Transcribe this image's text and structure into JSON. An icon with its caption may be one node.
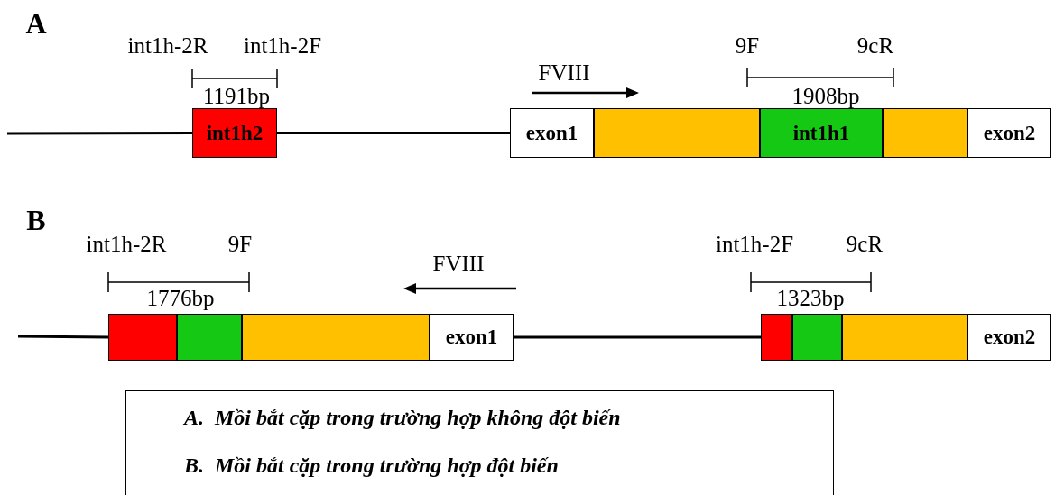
{
  "diagram": {
    "nodes": [
      {
        "text": [
          "int1h2"
        ]
      },
      {
        "text": [
          "exon1"
        ]
      },
      {
        "text": [],
        "shape": "box"
      },
      {
        "text": [
          "int1h1"
        ]
      },
      {
        "text": [],
        "shape": "box"
      },
      {
        "text": [
          "exon2"
        ]
      },
      {
        "text": [],
        "shape": "box"
      },
      {
        "text": [],
        "shape": "box"
      },
      {
        "text": [],
        "shape": "box"
      },
      {
        "text": [
          "exon1"
        ]
      },
      {
        "text": [],
        "shape": "box"
      },
      {
        "text": [],
        "shape": "box"
      },
      {
        "text": [],
        "shape": "box"
      },
      {
        "text": [
          "exon2"
        ]
      },
      {
        "text": [
          "A.  Mồi bắt cặp trong trường hợp không đột biến",
          "B.  Mồi bắt cặp trong trường hợp đột biến"
        ]
      }
    ],
    "edges": [
      {
        "from": null,
        "to": 0,
        "arrow": "none"
      },
      {
        "from": 0,
        "to": 1,
        "arrow": "none"
      },
      {
        "from": null,
        "to": 6,
        "arrow": "none"
      },
      {
        "from": 9,
        "to": 10,
        "arrow": "none"
      }
    ],
    "labels": [
      "A",
      "int1h-2R",
      "int1h-2F",
      "9F",
      "9cR",
      "FVIII",
      "1191bp",
      "1908bp",
      "B",
      "int1h-2R",
      "9F",
      "FVIII",
      "int1h-2F",
      "9cR",
      "1776bp",
      "1323bp"
    ]
  }
}
